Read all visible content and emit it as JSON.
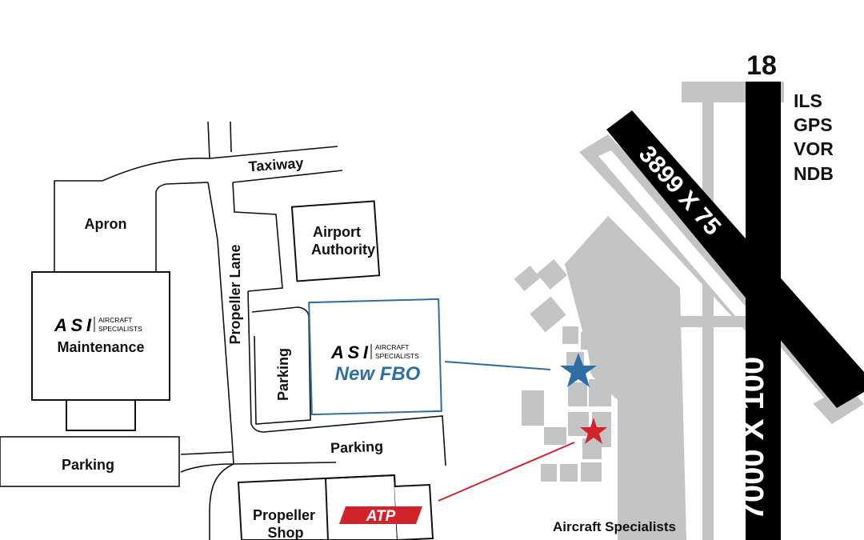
{
  "colors": {
    "runway": "#000000",
    "airfield_gray": "#c3c4c6",
    "fbo_blue": "#2f6ea5",
    "atp_red": "#d2232a",
    "outline": "#111111"
  },
  "labels": {
    "taxiway": "Taxiway",
    "apron": "Apron",
    "airport_authority_line1": "Airport",
    "airport_authority_line2": "Authority",
    "propeller_lane": "Propeller Lane",
    "maintenance": "Maintenance",
    "parking_left": "Parking",
    "parking_vertical": "Parking",
    "parking_center": "Parking",
    "new_fbo": "New FBO",
    "propeller_shop_line1": "Propeller",
    "propeller_shop_line2": "Shop",
    "aircraft_specialists": "Aircraft Specialists"
  },
  "logos": {
    "asi_mark": "ASI",
    "asi_text_line1": "AIRCRAFT",
    "asi_text_line2": "SPECIALISTS",
    "atp": "ATP"
  },
  "runways": {
    "main_designator": "18",
    "main_dimensions": "7000 X 100",
    "crosswind_dimensions": "3899 X 75",
    "approaches": [
      "ILS",
      "GPS",
      "VOR",
      "NDB"
    ]
  },
  "markers": [
    {
      "name": "new-fbo-star",
      "color": "#2f6ea5"
    },
    {
      "name": "atp-star",
      "color": "#d2232a"
    }
  ]
}
